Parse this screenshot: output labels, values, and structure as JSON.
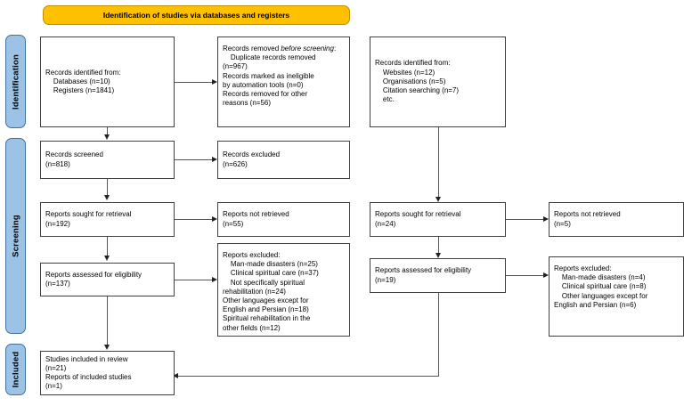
{
  "diagram": {
    "title": "Identification of studies via databases and registers",
    "phases": [
      {
        "key": "identification",
        "label": "Identification"
      },
      {
        "key": "screening",
        "label": "Screening"
      },
      {
        "key": "included",
        "label": "Included"
      }
    ],
    "colors": {
      "banner_fill": "#FFC000",
      "banner_border": "#BF9000",
      "phase_fill": "#9CC3E5",
      "phase_border": "#41719C",
      "box_border": "#404040",
      "connector": "#555555"
    },
    "boxes": {
      "records_identified_db": "Records identified from:\n    Databases (n=10)\n    Registers (n=1841)",
      "records_removed_before_1": "Records removed ",
      "records_removed_before_2": "before screening",
      "records_removed_before_3": ":\n    Duplicate records removed\n(n=967)\nRecords marked as ineligible\nby automation tools (n=0)\nRecords removed for other\nreasons (n=56)",
      "records_identified_other": "Records identified from:\n    Websites (n=12)\n    Organisations (n=5)\n    Citation searching (n=7)\n    etc.",
      "records_screened": "Records screened\n(n=818)",
      "records_excluded": "Records excluded\n(n=626)",
      "reports_sought_left": "Reports sought for retrieval\n(n=192)",
      "reports_not_retrieved_left": "Reports not retrieved\n(n=55)",
      "reports_sought_right": "Reports sought for retrieval\n(n=24)",
      "reports_not_retrieved_right": "Reports not retrieved\n(n=5)",
      "reports_assessed_left": "Reports assessed for eligibility\n(n=137)",
      "reports_excluded_left": "Reports excluded:\n    Man-made disasters (n=25)\n    Clinical spiritual care (n=37)\n    Not specifically spiritual\nrehabilitation (n=24)\nOther languages except for\nEnglish and Persian (n=18)\nSpiritual rehabilitation in the\nother fields (n=12)",
      "reports_assessed_right": "Reports assessed for eligibility\n(n=19)",
      "reports_excluded_right": "Reports excluded:\n    Man-made disasters (n=4)\n    Clinical spiritual care (n=8)\n    Other languages except for\nEnglish and Persian (n=6)",
      "studies_included": "Studies included in review\n(n=21)\nReports of included studies\n(n=1)"
    }
  }
}
